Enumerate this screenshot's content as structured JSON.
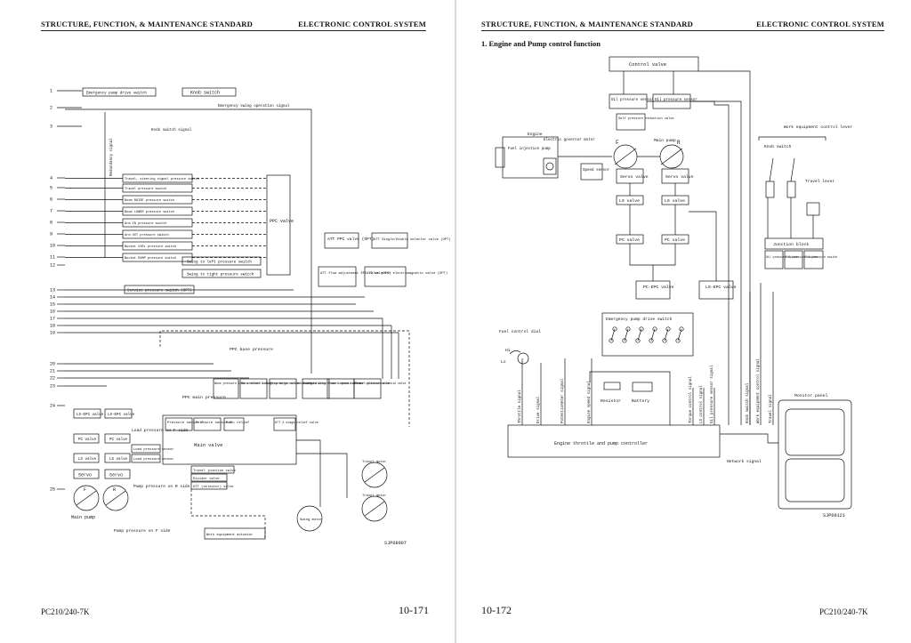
{
  "left_page": {
    "header_left": "STRUCTURE, FUNCTION, & MAINTENANCE STANDARD",
    "header_right": "ELECTRONIC CONTROL SYSTEM",
    "footer_model": "PC210/240-7K",
    "page_number": "10-171",
    "figure_code": "SJP08907",
    "diagram": {
      "terminal_numbers": [
        "1",
        "2",
        "3",
        "4",
        "5",
        "6",
        "7",
        "8",
        "9",
        "10",
        "11",
        "12",
        "13",
        "14",
        "15",
        "16",
        "17",
        "18",
        "19",
        "20",
        "21",
        "22",
        "23",
        "24",
        "25"
      ],
      "switches_top": [
        "Emergency pump drive switch",
        "Knob switch"
      ],
      "signals_top": [
        "Emergency swing operation signal",
        "Knob switch signal",
        "Redundancy signal"
      ],
      "pressure_switches": [
        "Travel, steering signal pressure switch",
        "Travel pressure switch",
        "Boom RAISE pressure switch",
        "Boom LOWER pressure switch",
        "Arm IN pressure switch",
        "Arm OUT pressure switch",
        "Bucket CURL pressure switch",
        "Bucket DUMP pressure switch"
      ],
      "swing_switches": [
        "Swing to left pressure switch",
        "Swing to right pressure switch"
      ],
      "service_switch": "Service pressure switch (OPT)",
      "ppc_valve": "PPC valve",
      "att_ppc_valve": "ATT PPC valve (OPT)",
      "att_flow_valve": "ATT flow adjustment EPC valve (OPT)",
      "att_selector_valve": "ATT selector electromagnetic valve (OPT)",
      "att_single_double": "ATT Single/Double selector valve (OPT)",
      "ppc_base_pressure": "PPC base pressure",
      "ppc_main_pressure": "PPC main pressure",
      "solenoids": [
        "Base pressure lock solenoid valve",
        "Main relief 2-stage selector solenoid valve",
        "Pump merge-divider solenoid valve",
        "Swing holding brake solenoid valve",
        "Travel speed selector solenoid valve",
        "Travel junction solenoid valve"
      ],
      "epc_valves": [
        "LS-EPC valve",
        "LS-EPC valve"
      ],
      "pc_valves": [
        "PC valve",
        "PC valve"
      ],
      "ls_valves": [
        "LS valve",
        "LS valve"
      ],
      "servo": [
        "Servo",
        "Servo"
      ],
      "load_pressure": "Load pressure on F side",
      "load_sensors": [
        "Load pressure sensor",
        "Load pressure sensor"
      ],
      "main_valve_sensors": [
        "Pressure sensor F",
        "Pressure sensor R",
        "Main relief"
      ],
      "att_2stage": "ATT 2-stage relief valve",
      "main_valve": "Main valve",
      "travel_junction_valve": "Travel junction valve",
      "divider_valve": "Divider valve",
      "att_valve": "ATT (selector) valve",
      "pump_pressure_r": "Pump pressure on R side",
      "pump_pressure_f": "Pump pressure on F side",
      "main_pump": "Main pump",
      "swing_motor": "Swing motor",
      "travel_motor": "Travel motor",
      "work_actuator": "Work equipment actuator",
      "pump_letters": [
        "F",
        "R"
      ]
    }
  },
  "right_page": {
    "header_left": "STRUCTURE, FUNCTION, & MAINTENANCE STANDARD",
    "header_right": "ELECTRONIC CONTROL SYSTEM",
    "section_title": "1.   Engine and Pump control function",
    "footer_model": "PC210/240-7K",
    "page_number": "10-172",
    "figure_code": "SJP09121",
    "diagram": {
      "control_valve": "Control valve",
      "oil_sensors": [
        "Oil pressure sensor",
        "Oil pressure sensor"
      ],
      "self_pressure": "Self pressure reduction valve",
      "engine": "Engine",
      "fuel_pump": "Fuel injection pump",
      "governor": "Electric governor motor",
      "main_pump": "Main pump",
      "pump_letters": [
        "F",
        "R"
      ],
      "speed_sensor": "Speed sensor",
      "servo_valves": [
        "Servo valve",
        "Servo valve"
      ],
      "ls_valves": [
        "LS valve",
        "LS valve"
      ],
      "pc_valves": [
        "PC valve",
        "PC valve"
      ],
      "pc_epc": "PC-EPC valve",
      "ls_epc": "LS-EPC valve",
      "emergency_switch": "Emergency pump drive switch",
      "fuel_dial": "Fuel control dial",
      "dial_hi": "Hi",
      "dial_lo": "Lo",
      "resistor": "Resistor",
      "battery": "Battery",
      "signals": [
        "Throttle signal",
        "Drive signal",
        "Potentiometer signal",
        "Engine speed signal",
        "Torque control signal",
        "LS control signal",
        "Oil pressure sensor signal",
        "Knob switch signal",
        "Work equipment control signal",
        "Travel signal"
      ],
      "work_lever": "Work equipment control lever",
      "knob_switch": "Knob switch",
      "travel_lever": "Travel lever",
      "junction_block": "Junction block",
      "oil_switches": [
        "Oil pressure switch",
        "Oil pressure switch",
        "Oil pressure switch"
      ],
      "monitor_panel": "Monitor panel",
      "controller": "Engine throttle and pump controller",
      "network_signal": "Network signal"
    }
  }
}
